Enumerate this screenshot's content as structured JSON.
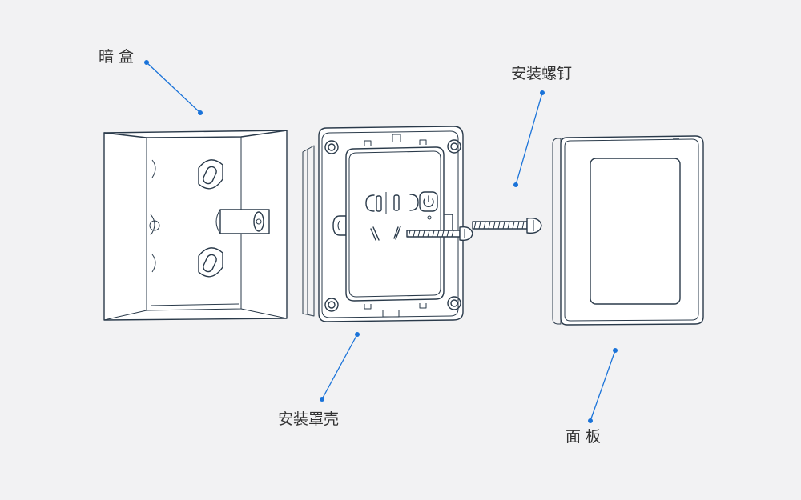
{
  "colors": {
    "background": "#f2f2f3",
    "leader_line": "#1a73d9",
    "outline": "#2a3a4a",
    "label_text": "#333333"
  },
  "labels": {
    "back_box": "暗 盒",
    "mounting_screw": "安装螺钉",
    "mounting_frame": "安装罩壳",
    "face_plate": "面 板"
  }
}
